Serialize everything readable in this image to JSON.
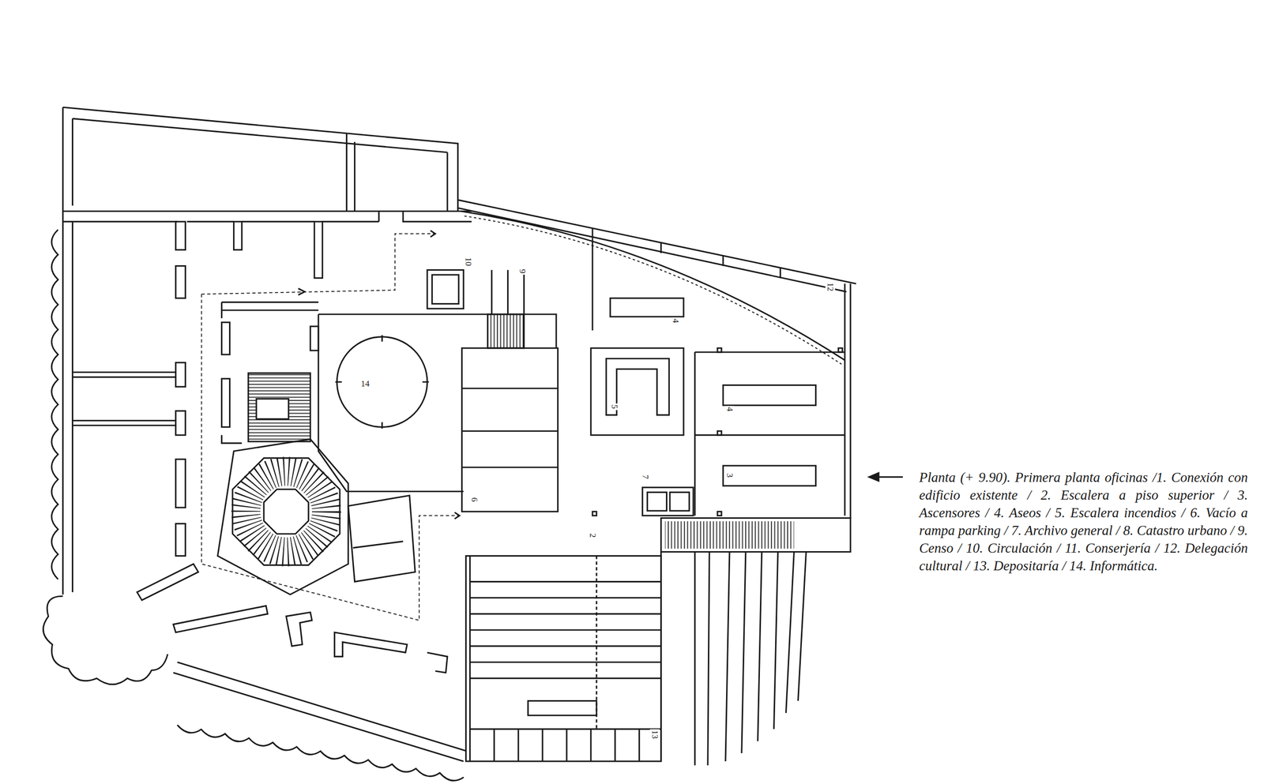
{
  "diagram": {
    "caption": "Planta (+ 9.90). Primera planta oficinas /1. Conexión con edificio existente / 2. Escalera a piso superior / 3. Ascensores / 4. Aseos / 5. Escalera incendios / 6. Vacío a rampa parking / 7. Archivo general / 8. Catastro urbano / 9. Censo / 10. Circulación / 11. Conserjería / 12. Delegación cultural / 13. Depositaría / 14. Informática.",
    "labels": [
      "10",
      "9",
      "4",
      "12",
      "5",
      "4",
      "7",
      "3",
      "6",
      "2",
      "13",
      "14"
    ]
  }
}
